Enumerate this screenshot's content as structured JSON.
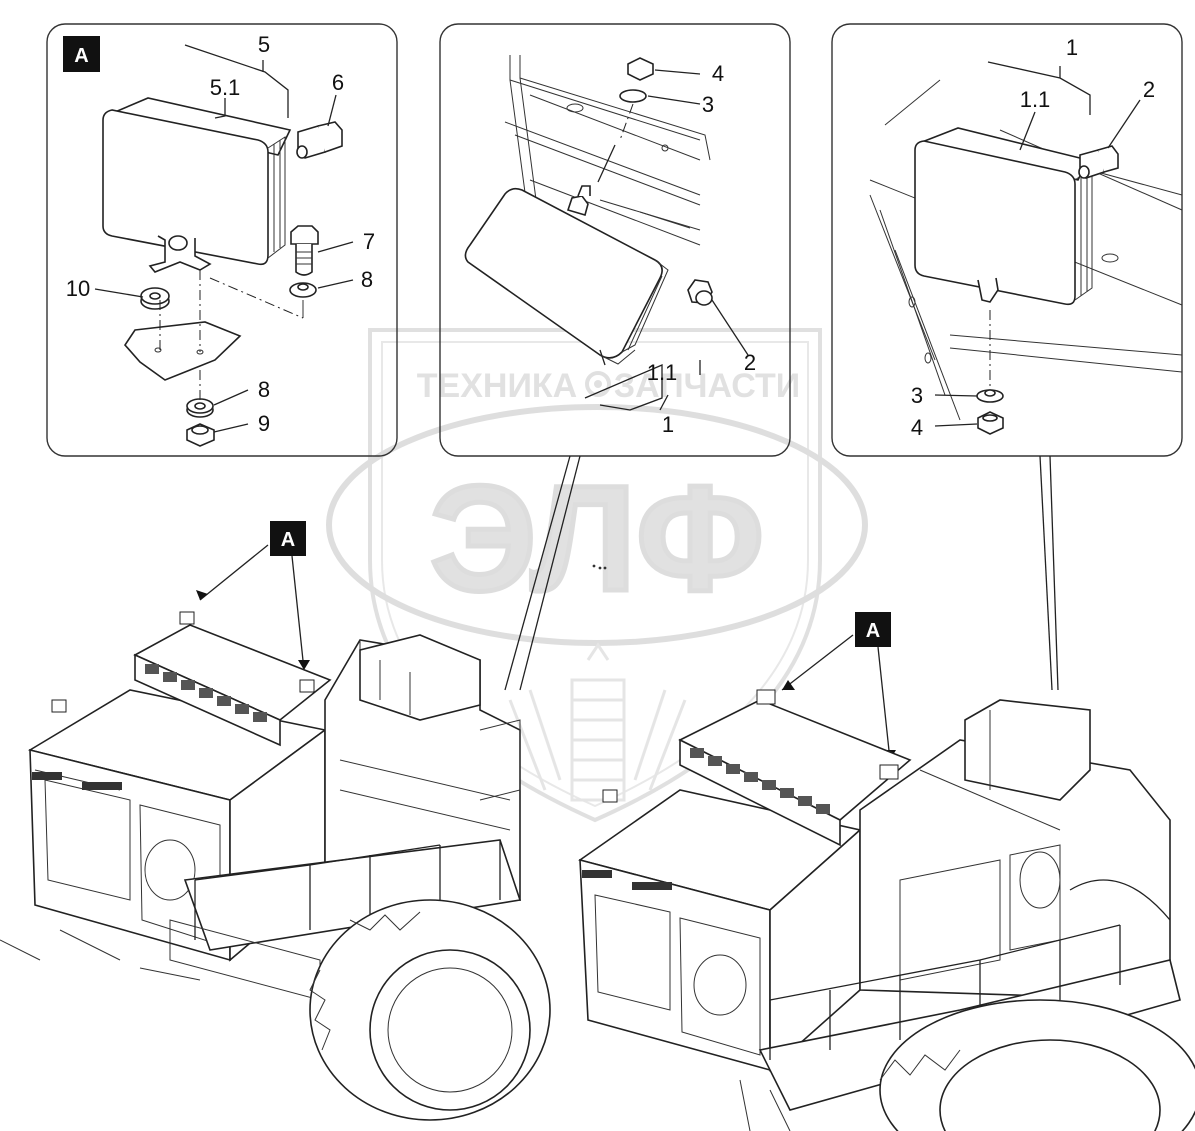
{
  "diagram": {
    "detail_badge": "A",
    "panel_left": {
      "badge": "A",
      "callouts": {
        "c5": "5",
        "c51": "5.1",
        "c6": "6",
        "c7": "7",
        "c8a": "8",
        "c10": "10",
        "c8b": "8",
        "c9": "9"
      }
    },
    "panel_middle": {
      "callouts": {
        "c4": "4",
        "c3": "3",
        "c2": "2",
        "c11": "1.1",
        "c1": "1"
      }
    },
    "panel_right": {
      "callouts": {
        "c1": "1",
        "c11": "1.1",
        "c2": "2",
        "c3": "3",
        "c4": "4"
      }
    },
    "machine_left": {
      "badge": "A"
    },
    "machine_right": {
      "badge": "A"
    },
    "watermark": {
      "top_left": "ТЕХНИКА",
      "top_right": "ЗАПЧАСТИ",
      "big": "ЭЛФ"
    }
  }
}
